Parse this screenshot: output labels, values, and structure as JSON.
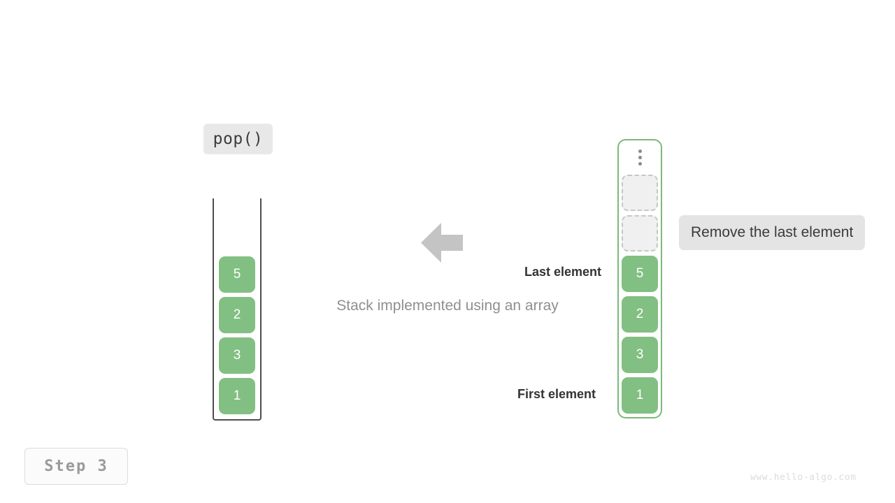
{
  "operation": {
    "label": "pop()"
  },
  "step": {
    "label": "Step 3"
  },
  "watermark": {
    "text": "www.hello-algo.com"
  },
  "caption": {
    "text": "Stack implemented using an array"
  },
  "annotations": {
    "last_element": "Last element",
    "first_element": "First element"
  },
  "note": {
    "text": "Remove the last element"
  },
  "colors": {
    "cell_fill": "#82bf82",
    "cell_text": "#ffffff",
    "empty_fill": "#f0f0f0",
    "empty_border": "#c6c6c6",
    "container_border_green": "#7bb97b",
    "container_border_dark": "#4d4d4d",
    "arrow": "#c4c4c4",
    "note_bg": "#e4e4e4",
    "op_bg": "#e8e8e8"
  },
  "left_stack": {
    "name": "array-view",
    "cells": [
      {
        "value": "5",
        "state": "filled"
      },
      {
        "value": "2",
        "state": "filled"
      },
      {
        "value": "3",
        "state": "filled"
      },
      {
        "value": "1",
        "state": "filled"
      }
    ]
  },
  "right_stack": {
    "name": "stack-view",
    "overflow_indicator": "vertical-ellipsis",
    "cells": [
      {
        "value": "",
        "state": "empty"
      },
      {
        "value": "",
        "state": "empty"
      },
      {
        "value": "5",
        "state": "filled"
      },
      {
        "value": "2",
        "state": "filled"
      },
      {
        "value": "3",
        "state": "filled"
      },
      {
        "value": "1",
        "state": "filled"
      }
    ]
  }
}
